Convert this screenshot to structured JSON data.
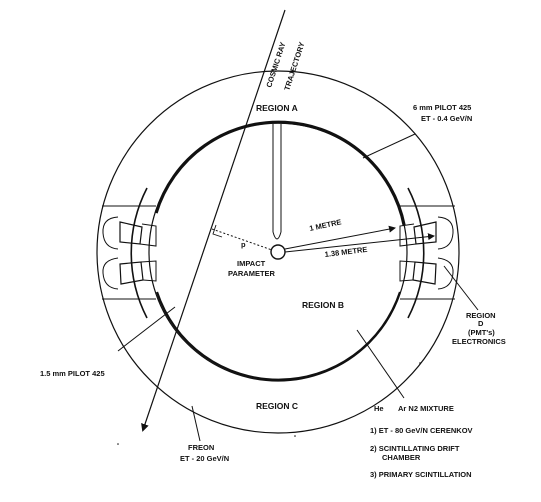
{
  "labels": {
    "cosmic_ray": "COSMIC RAY",
    "trajectory": "TRAJECTORY",
    "region_a": "REGION A",
    "region_b": "REGION B",
    "region_c": "REGION C",
    "region_d": "REGION",
    "region_d_letter": "D",
    "pmts": "(PMT's)",
    "electronics": "ELECTRONICS",
    "pilot_6mm_line1": "6 mm PILOT 425",
    "pilot_6mm_line2": "ET - 0.4 GeV/N",
    "pilot_1_5mm": "1.5 mm PILOT 425",
    "one_metre": "1 METRE",
    "one_38_metre": "1.38 METRE",
    "p_symbol": "p",
    "impact_line1": "IMPACT",
    "impact_line2": "PARAMETER",
    "freon": "FREON",
    "freon_et": "ET - 20 GeV/N",
    "gas_he": "He",
    "gas_mixture": "Ar N2 MIXTURE"
  },
  "legend": [
    "1) ET - 80 GeV/N CERENKOV",
    "2) SCINTILLATING DRIFT",
    "CHAMBER",
    "3) PRIMARY SCINTILLATION"
  ]
}
